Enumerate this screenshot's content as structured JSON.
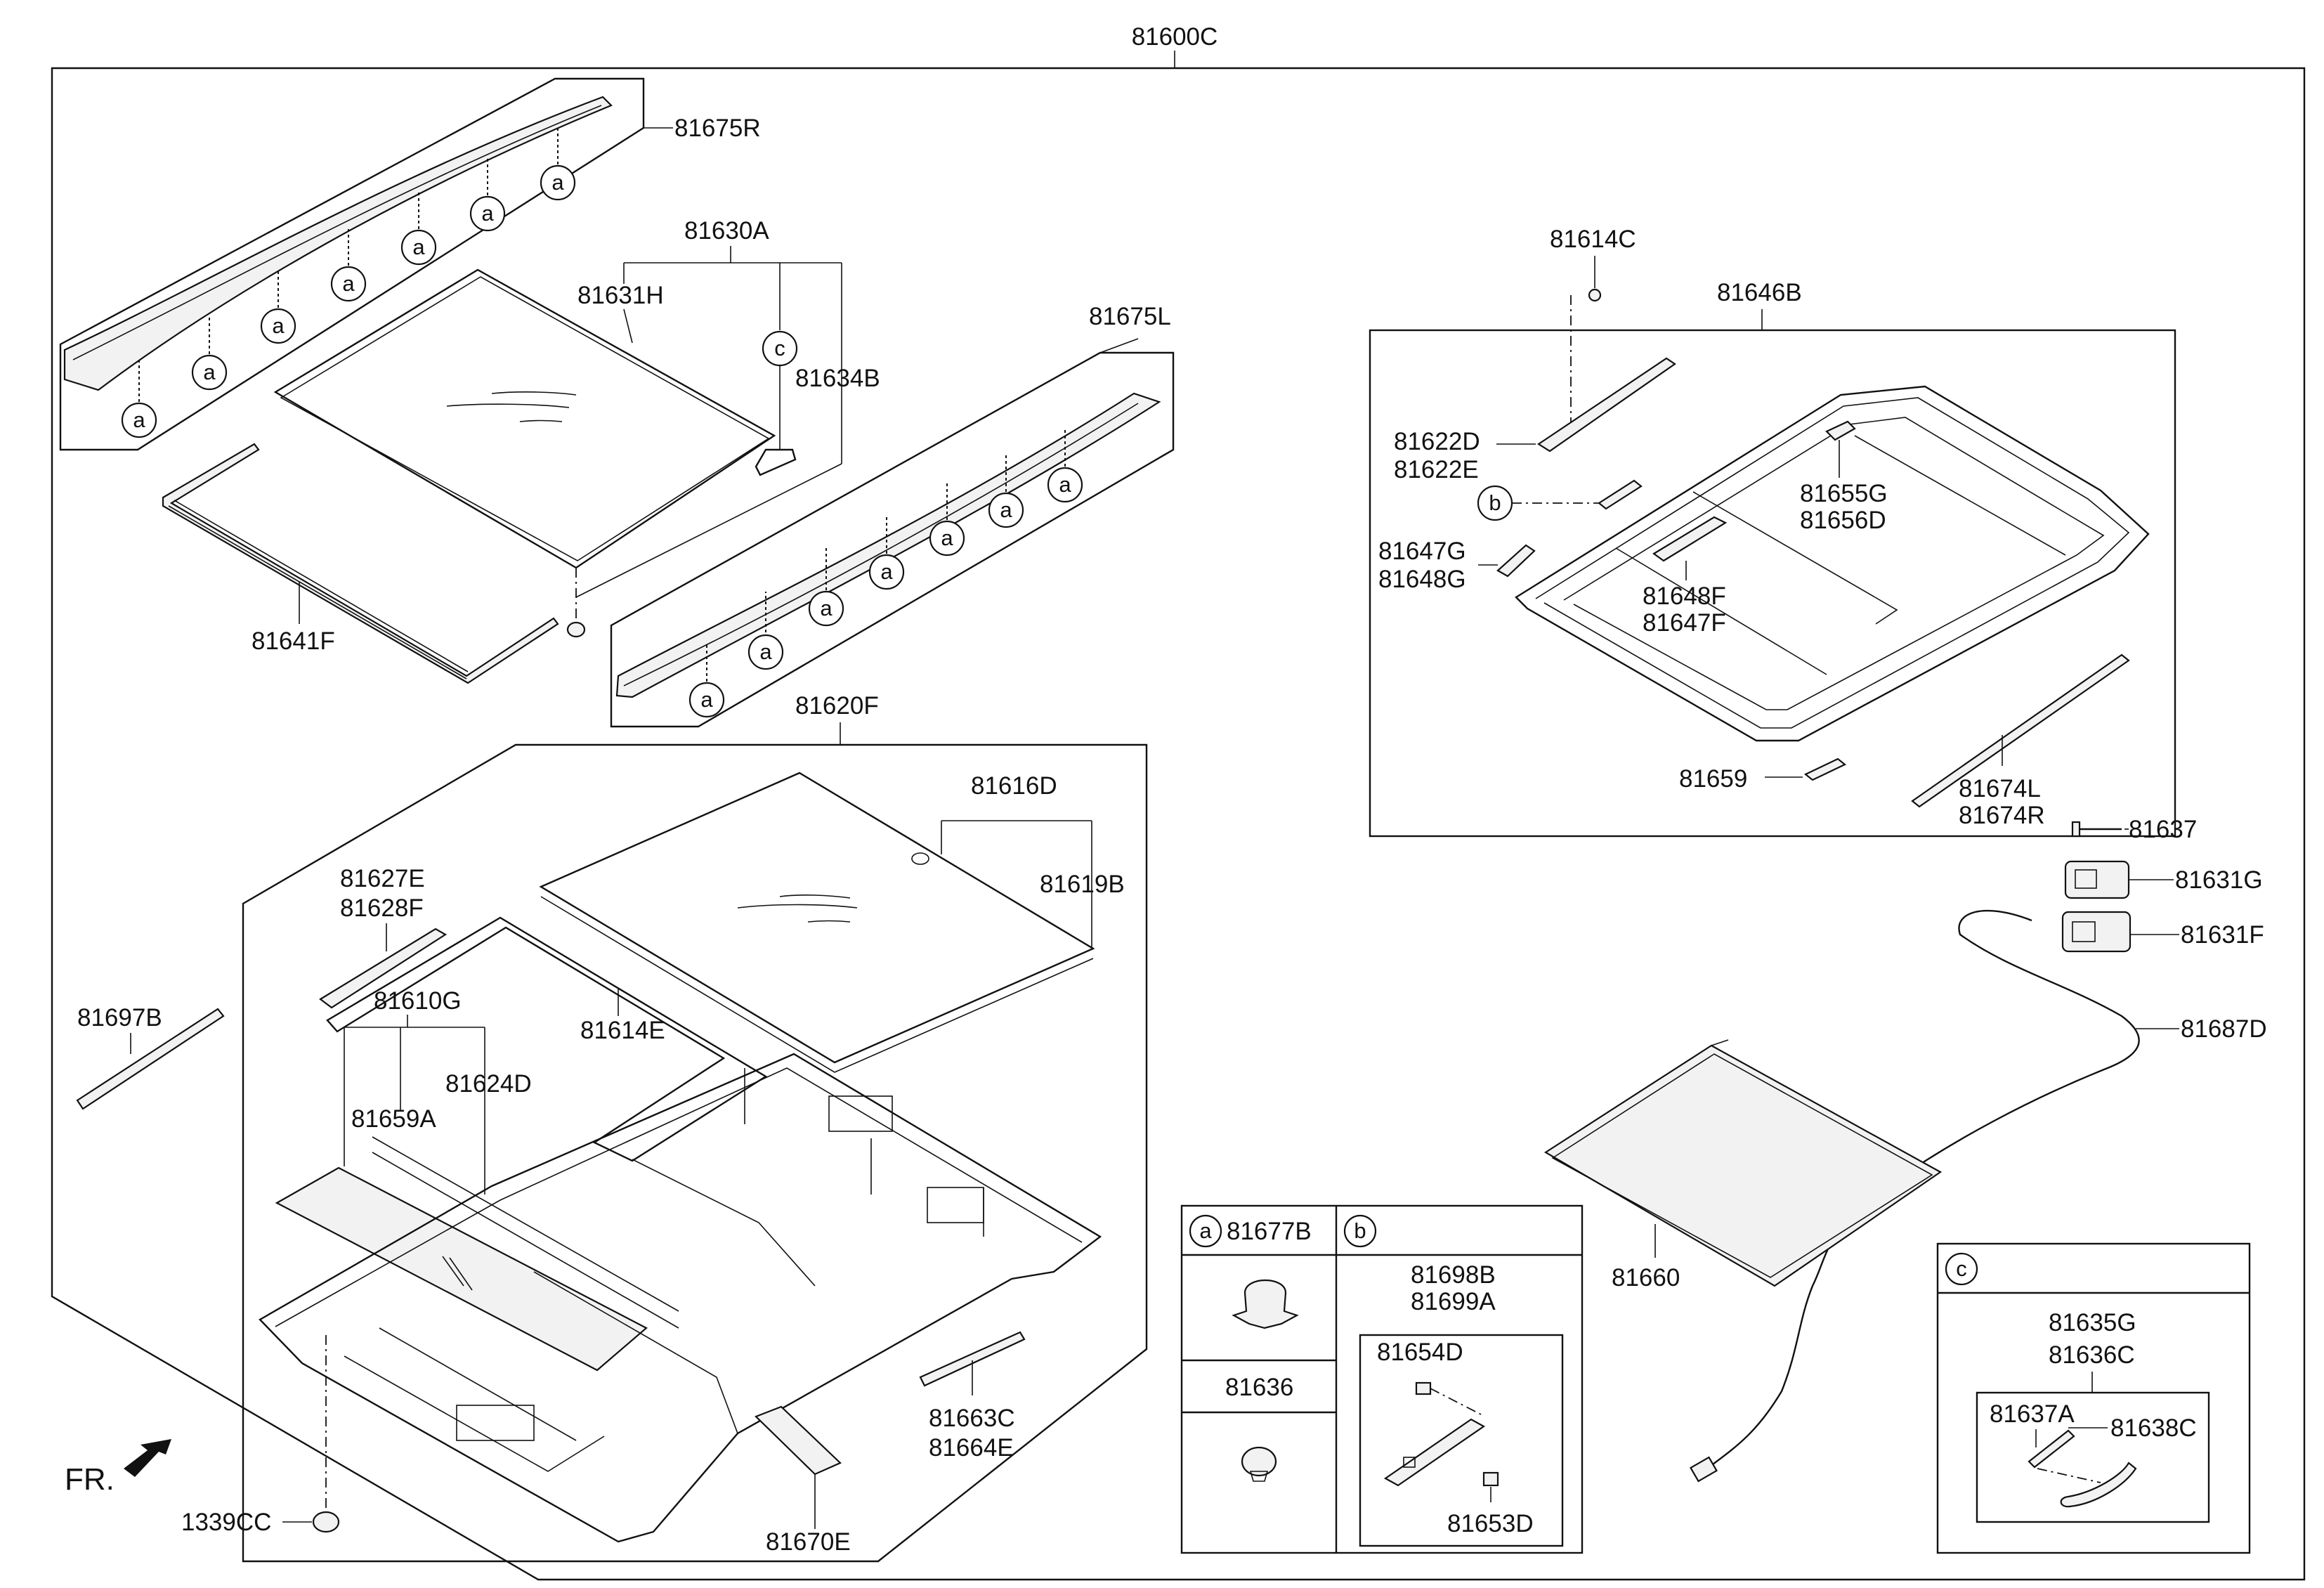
{
  "title": "81600C",
  "callout_marker": "a",
  "front_label": "FR.",
  "labels": {
    "l81675R": "81675R",
    "l81630A": "81630A",
    "l81631H": "81631H",
    "l81634B": "81634B",
    "l81675L": "81675L",
    "l81641F": "81641F",
    "l81620F": "81620F",
    "l81616D": "81616D",
    "l81619B": "81619B",
    "l81627E": "81627E",
    "l81628F": "81628F",
    "l81610G": "81610G",
    "l81614E": "81614E",
    "l81624D": "81624D",
    "l81659A": "81659A",
    "l81697B": "81697B",
    "l81663C": "81663C",
    "l81664E": "81664E",
    "l81670E": "81670E",
    "l1339CC": "1339CC",
    "l81614C": "81614C",
    "l81646B": "81646B",
    "l81622D": "81622D",
    "l81622E": "81622E",
    "l81655G": "81655G",
    "l81656D": "81656D",
    "l81647G": "81647G",
    "l81648G": "81648G",
    "l81648F": "81648F",
    "l81647F": "81647F",
    "l81659": "81659",
    "l81674L": "81674L",
    "l81674R": "81674R",
    "l81637": "81637",
    "l81631G": "81631G",
    "l81631F": "81631F",
    "l81687D": "81687D",
    "l81660": "81660"
  },
  "legend_a": {
    "marker": "a",
    "part": "81677B",
    "part2": "81636"
  },
  "legend_b": {
    "marker": "b",
    "part1": "81698B",
    "part2": "81699A",
    "part3": "81654D",
    "part4": "81653D"
  },
  "legend_c": {
    "marker": "c",
    "part1": "81635G",
    "part2": "81636C",
    "part3": "81637A",
    "part4": "81638C"
  },
  "markers": {
    "b": "b",
    "c": "c"
  }
}
